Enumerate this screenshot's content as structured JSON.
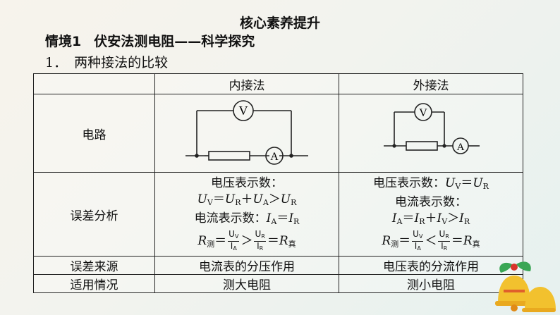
{
  "header": {
    "title": "核心素养提升",
    "section_label": "情境1",
    "section_text": "伏安法测电阻——科学探究",
    "subtitle_num": "1．",
    "subtitle_text": "两种接法的比较"
  },
  "table": {
    "head": [
      "",
      "内接法",
      "外接法"
    ],
    "row_circuit_label": "电路",
    "meter_v": "V",
    "meter_a": "A",
    "row_analysis_label": "误差分析",
    "inner": {
      "l1": "电压表示数：",
      "l2_a": "U",
      "l2_a_sub": "V",
      "l2_b": "＝",
      "l2_c": "U",
      "l2_c_sub": "R",
      "l2_d": "＋",
      "l2_e": "U",
      "l2_e_sub": "A",
      "l2_f": "＞",
      "l2_g": "U",
      "l2_g_sub": "R",
      "l3_a": "电流表示数：",
      "l3_b": "I",
      "l3_b_sub": "A",
      "l3_c": "＝",
      "l3_d": "I",
      "l3_d_sub": "R",
      "l4_r": "R",
      "l4_r_sub": "测",
      "l4_eq": "＝",
      "f1_num": "U",
      "f1_num_sub": "V",
      "f1_den": "I",
      "f1_den_sub": "A",
      "l4_cmp": "＞",
      "f2_num": "U",
      "f2_num_sub": "R",
      "f2_den": "I",
      "f2_den_sub": "R",
      "l4_eq2": "＝",
      "l4_rt": "R",
      "l4_rt_sub": "真"
    },
    "outer": {
      "l1_a": "电压表示数：",
      "l1_b": "U",
      "l1_b_sub": "V",
      "l1_c": "＝",
      "l1_d": "U",
      "l1_d_sub": "R",
      "l2": "电流表示数：",
      "l3_a": "I",
      "l3_a_sub": "A",
      "l3_b": "＝",
      "l3_c": "I",
      "l3_c_sub": "R",
      "l3_d": "＋",
      "l3_e": "I",
      "l3_e_sub": "V",
      "l3_f": "＞",
      "l3_g": "I",
      "l3_g_sub": "R",
      "l4_r": "R",
      "l4_r_sub": "测",
      "l4_eq": "＝",
      "f1_num": "U",
      "f1_num_sub": "V",
      "f1_den": "I",
      "f1_den_sub": "A",
      "l4_cmp": "＜",
      "f2_num": "U",
      "f2_num_sub": "R",
      "f2_den": "I",
      "f2_den_sub": "R",
      "l4_eq2": "＝",
      "l4_rt": "R",
      "l4_rt_sub": "真"
    },
    "row_source_label": "误差来源",
    "source_inner": "电流表的分压作用",
    "source_outer": "电压表的分流作用",
    "row_usage_label": "适用情况",
    "usage_inner": "测大电阻",
    "usage_outer": "测小电阻"
  },
  "colors": {
    "line": "#222222",
    "bell_gold": "#f2c12e",
    "bell_red": "#d9342b",
    "leaf_green": "#3aa655"
  },
  "icons": {
    "decoration": "christmas-bell-icon"
  }
}
